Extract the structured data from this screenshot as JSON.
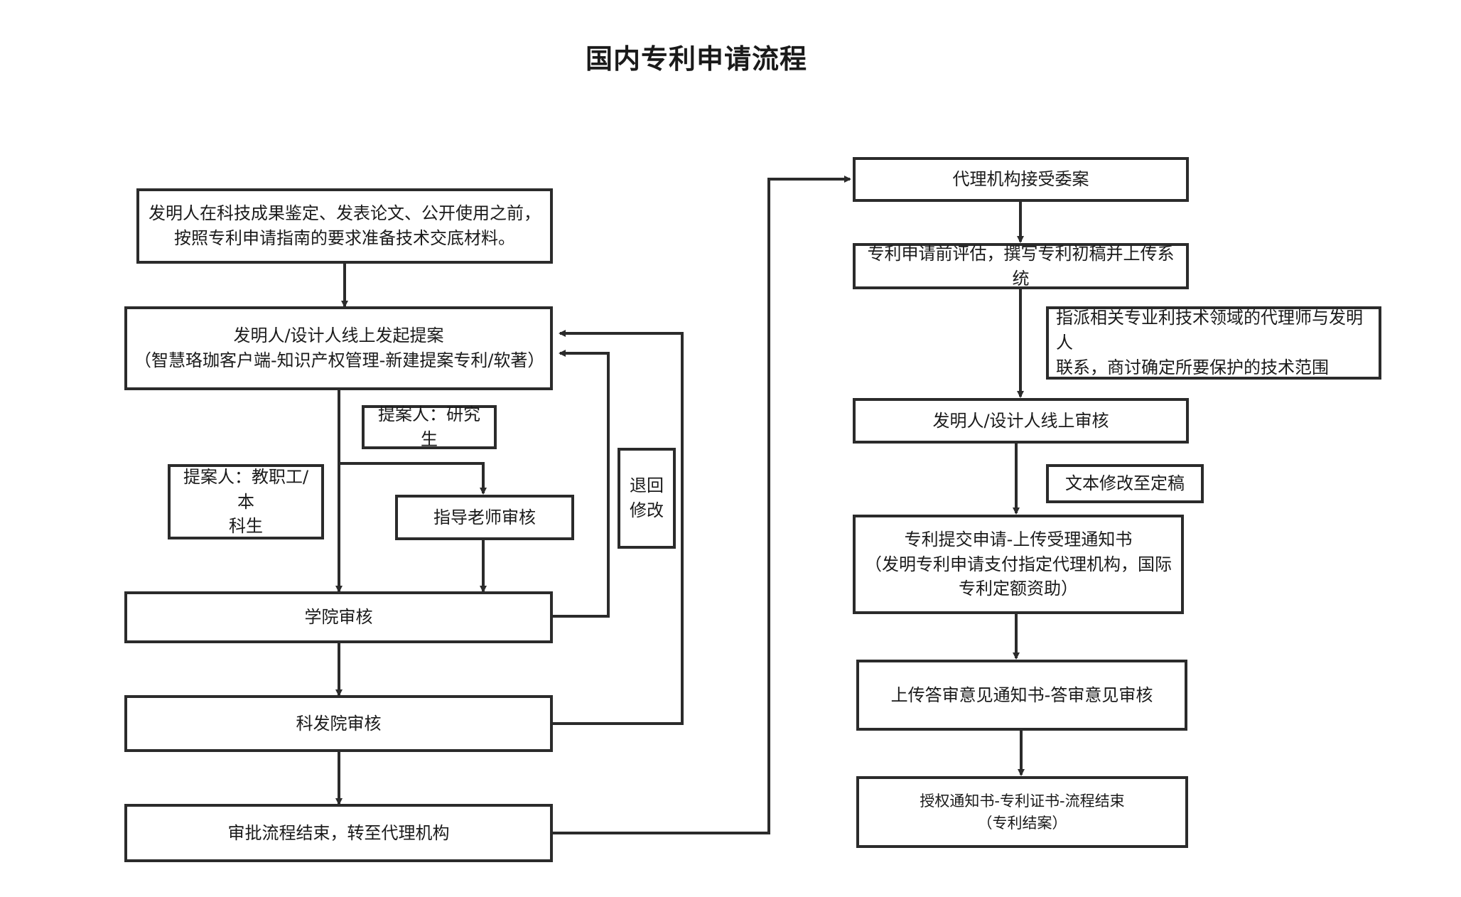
{
  "title": "国内专利申请流程",
  "left": {
    "prep": "发明人在科技成果鉴定、发表论文、公开使用之前，\n按照专利申请指南的要求准备技术交底材料。",
    "submit": "发明人/设计人线上发起提案\n（智慧珞珈客户端-知识产权管理-新建提案专利/软著）",
    "proposer_grad": "提案人：研究生",
    "proposer_staff": "提案人：教职工/本\n科生",
    "advisor_review": "指导老师审核",
    "return_modify": "退回\n修改",
    "college_review": "学院审核",
    "research_review": "科发院审核",
    "approval_end": "审批流程结束，转至代理机构"
  },
  "right": {
    "agency_accept": "代理机构接受委案",
    "pre_eval": "专利申请前评估，撰写专利初稿并上传系统",
    "assign_note": "指派相关专业利技术领域的代理师与发明人\n联系，商讨确定所要保护的技术范围",
    "inventor_review": "发明人/设计人线上审核",
    "text_finalize": "文本修改至定稿",
    "submit_app": "专利提交申请-上传受理通知书\n（发明专利申请支付指定代理机构，国际\n专利定额资助）",
    "office_action": "上传答审意见通知书-答审意见审核",
    "grant": "授权通知书-专利证书-流程结束\n（专利结案）"
  }
}
